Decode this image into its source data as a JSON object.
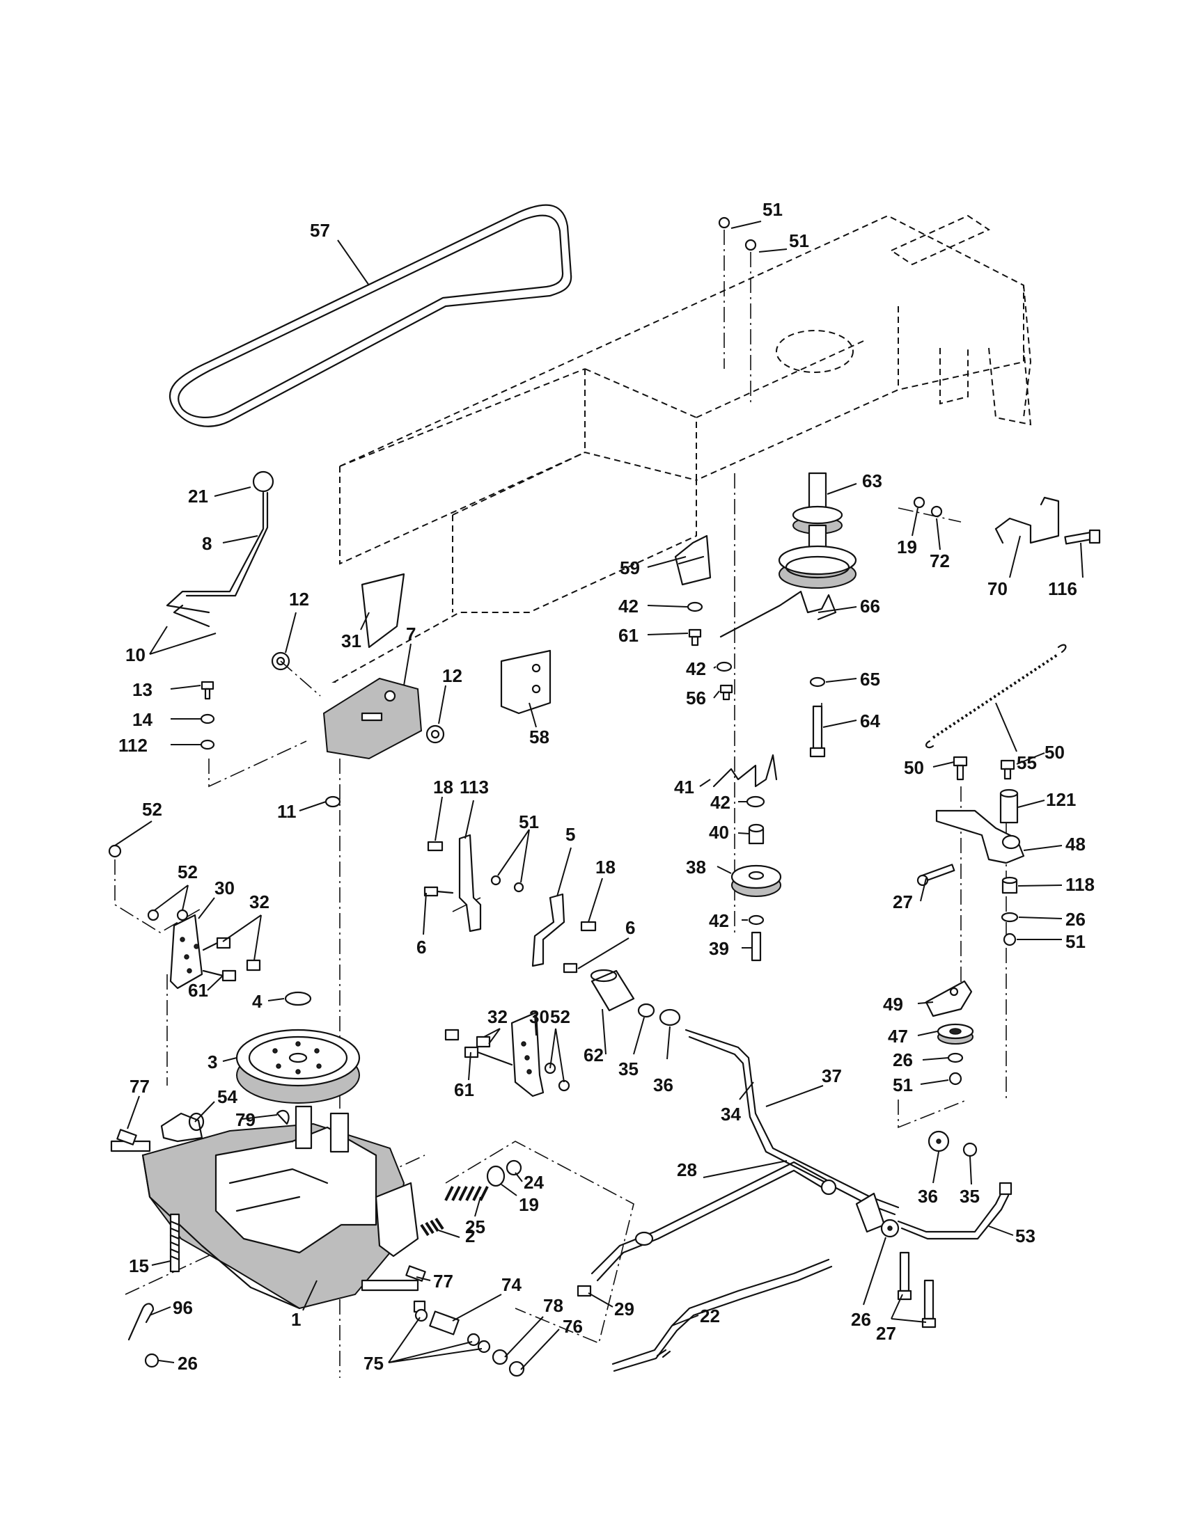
{
  "labels": [
    {
      "id": "p57",
      "text": "57"
    },
    {
      "id": "p51a",
      "text": "51"
    },
    {
      "id": "p51b",
      "text": "51"
    },
    {
      "id": "p21",
      "text": "21"
    },
    {
      "id": "p8",
      "text": "8"
    },
    {
      "id": "p12a",
      "text": "12"
    },
    {
      "id": "p10",
      "text": "10"
    },
    {
      "id": "p31",
      "text": "31"
    },
    {
      "id": "p7",
      "text": "7"
    },
    {
      "id": "p12b",
      "text": "12"
    },
    {
      "id": "p13",
      "text": "13"
    },
    {
      "id": "p14",
      "text": "14"
    },
    {
      "id": "p112",
      "text": "112"
    },
    {
      "id": "p58",
      "text": "58"
    },
    {
      "id": "p63",
      "text": "63"
    },
    {
      "id": "p19a",
      "text": "19"
    },
    {
      "id": "p72",
      "text": "72"
    },
    {
      "id": "p70",
      "text": "70"
    },
    {
      "id": "p116",
      "text": "116"
    },
    {
      "id": "p59",
      "text": "59"
    },
    {
      "id": "p42a",
      "text": "42"
    },
    {
      "id": "p61a",
      "text": "61"
    },
    {
      "id": "p66",
      "text": "66"
    },
    {
      "id": "p42b",
      "text": "42"
    },
    {
      "id": "p56",
      "text": "56"
    },
    {
      "id": "p65",
      "text": "65"
    },
    {
      "id": "p64",
      "text": "64"
    },
    {
      "id": "p55",
      "text": "55"
    },
    {
      "id": "p11",
      "text": "11"
    },
    {
      "id": "p18a",
      "text": "18"
    },
    {
      "id": "p113",
      "text": "113"
    },
    {
      "id": "p41",
      "text": "41"
    },
    {
      "id": "p42c",
      "text": "42"
    },
    {
      "id": "p50a",
      "text": "50"
    },
    {
      "id": "p50b",
      "text": "50"
    },
    {
      "id": "p121",
      "text": "121"
    },
    {
      "id": "p52a",
      "text": "52"
    },
    {
      "id": "p51c",
      "text": "51"
    },
    {
      "id": "p5",
      "text": "5"
    },
    {
      "id": "p40",
      "text": "40"
    },
    {
      "id": "p48",
      "text": "48"
    },
    {
      "id": "p52b",
      "text": "52"
    },
    {
      "id": "p30a",
      "text": "30"
    },
    {
      "id": "p18b",
      "text": "18"
    },
    {
      "id": "p38",
      "text": "38"
    },
    {
      "id": "p118",
      "text": "118"
    },
    {
      "id": "p32a",
      "text": "32"
    },
    {
      "id": "p27a",
      "text": "27"
    },
    {
      "id": "p26a",
      "text": "26"
    },
    {
      "id": "p6a",
      "text": "6"
    },
    {
      "id": "p6b",
      "text": "6"
    },
    {
      "id": "p42d",
      "text": "42"
    },
    {
      "id": "p51d",
      "text": "51"
    },
    {
      "id": "p39",
      "text": "39"
    },
    {
      "id": "p61b",
      "text": "61"
    },
    {
      "id": "p32b",
      "text": "32"
    },
    {
      "id": "p30b",
      "text": "30"
    },
    {
      "id": "p4",
      "text": "4"
    },
    {
      "id": "p52c",
      "text": "52"
    },
    {
      "id": "p62",
      "text": "62"
    },
    {
      "id": "p49",
      "text": "49"
    },
    {
      "id": "p47",
      "text": "47"
    },
    {
      "id": "p3",
      "text": "3"
    },
    {
      "id": "p35a",
      "text": "35"
    },
    {
      "id": "p36a",
      "text": "36"
    },
    {
      "id": "p26b",
      "text": "26"
    },
    {
      "id": "p61c",
      "text": "61"
    },
    {
      "id": "p51e",
      "text": "51"
    },
    {
      "id": "p77a",
      "text": "77"
    },
    {
      "id": "p54",
      "text": "54"
    },
    {
      "id": "p37",
      "text": "37"
    },
    {
      "id": "p79",
      "text": "79"
    },
    {
      "id": "p34",
      "text": "34"
    },
    {
      "id": "p24",
      "text": "24"
    },
    {
      "id": "p28",
      "text": "28"
    },
    {
      "id": "p19b",
      "text": "19"
    },
    {
      "id": "p36b",
      "text": "36"
    },
    {
      "id": "p35b",
      "text": "35"
    },
    {
      "id": "p25",
      "text": "25"
    },
    {
      "id": "p2",
      "text": "2"
    },
    {
      "id": "p53",
      "text": "53"
    },
    {
      "id": "p15",
      "text": "15"
    },
    {
      "id": "p77b",
      "text": "77"
    },
    {
      "id": "p74",
      "text": "74"
    },
    {
      "id": "p29",
      "text": "29"
    },
    {
      "id": "p22",
      "text": "22"
    },
    {
      "id": "p26c",
      "text": "26"
    },
    {
      "id": "p96",
      "text": "96"
    },
    {
      "id": "p78",
      "text": "78"
    },
    {
      "id": "p76",
      "text": "76"
    },
    {
      "id": "p27b",
      "text": "27"
    },
    {
      "id": "p1",
      "text": "1"
    },
    {
      "id": "p26d",
      "text": "26"
    },
    {
      "id": "p75",
      "text": "75"
    }
  ]
}
